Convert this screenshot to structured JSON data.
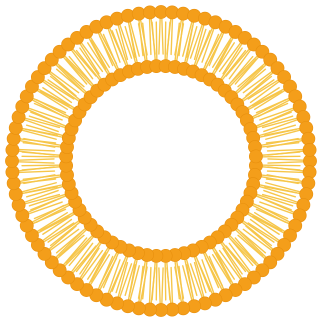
{
  "diagram": {
    "kind": "liposome-lipid-bilayer",
    "outer_leaflet": {
      "head_count": 84,
      "tails_point": "inward"
    },
    "inner_leaflet": {
      "head_count": 64,
      "tails_point": "outward"
    },
    "colors": {
      "background": "#ffffff",
      "head_fill": "#F49E1A",
      "head_stroke": "#E8900E",
      "tail_stroke": "#F6C64A",
      "core_fill": "#ffffff"
    }
  }
}
